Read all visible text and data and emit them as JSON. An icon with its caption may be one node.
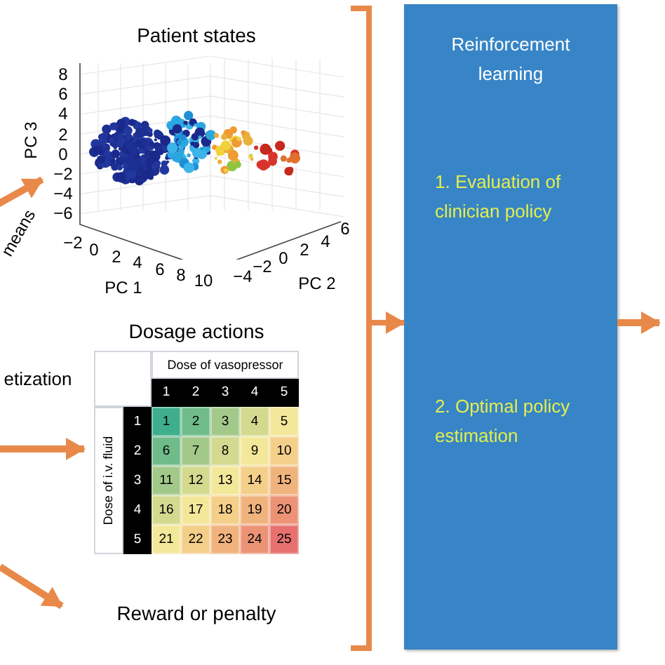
{
  "diagram": {
    "nodes": [
      {
        "text": [
          "Patient states"
        ]
      },
      {
        "text": [
          "Dosage actions"
        ]
      },
      {
        "text": [
          "Reward or penalty"
        ]
      },
      {
        "text": [
          "Reinforcement learning",
          "1. Evaluation of clinician policy",
          "2. Optimal policy estimation"
        ]
      }
    ],
    "edges": [
      {
        "from": null,
        "to": 0,
        "arrow": "to"
      },
      {
        "from": null,
        "to": 1,
        "arrow": "to"
      },
      {
        "from": null,
        "to": 2,
        "arrow": "to"
      },
      {
        "from": 0,
        "to": 3,
        "arrow": "to"
      },
      {
        "from": 3,
        "to": null,
        "arrow": "to"
      }
    ],
    "labels": [
      "8",
      "6",
      "4",
      "2",
      "0",
      "−2",
      "−4",
      "−6",
      "PC 3",
      "means",
      "−2",
      "0",
      "2",
      "4",
      "6",
      "8",
      "10",
      "PC 1",
      "−4",
      "−2",
      "0",
      "2",
      "4",
      "6",
      "PC 2",
      "etization",
      "Dose of vasopressor",
      "1",
      "2",
      "3",
      "4",
      "5",
      "Dose of i.v. fluid",
      "1",
      "1",
      "2",
      "3",
      "4",
      "5",
      "2",
      "6",
      "7",
      "8",
      "9",
      "10",
      "3",
      "11",
      "12",
      "13",
      "14",
      "15",
      "4",
      "16",
      "17",
      "18",
      "19",
      "20",
      "5",
      "21",
      "22",
      "23",
      "24",
      "25"
    ]
  }
}
